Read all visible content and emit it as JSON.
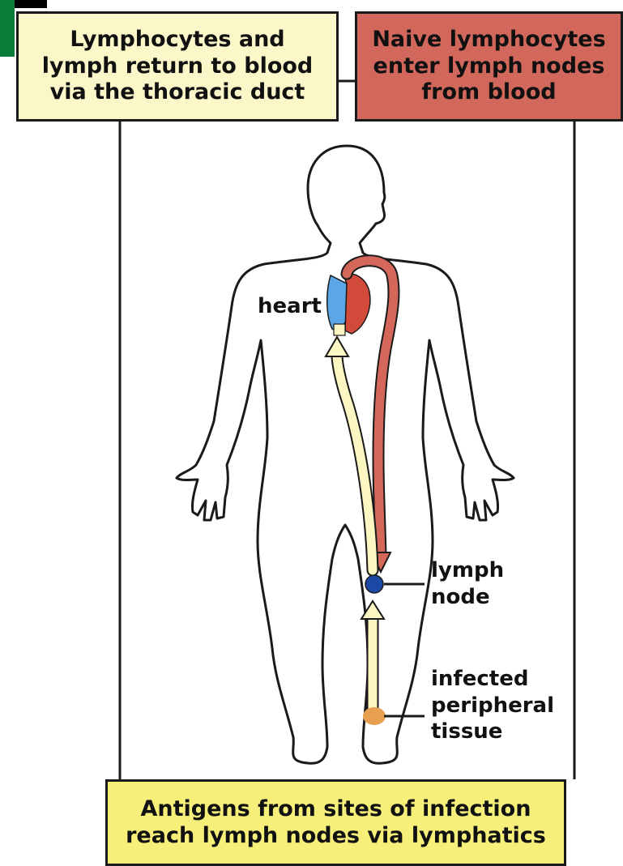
{
  "boxes": {
    "top_left": "Lymphocytes and\nlymph return to blood\nvia the thoracic duct",
    "top_right": "Naive lymphocytes\nenter lymph nodes\nfrom blood",
    "bottom": "Antigens from sites of infection\nreach lymph nodes via lymphatics"
  },
  "labels": {
    "heart": "heart",
    "lymph_node": "lymph\nnode",
    "infected_tissue": "infected\nperipheral\ntissue"
  },
  "colors": {
    "lymph_box": "#fbf7c9",
    "blood_box": "#d2685c",
    "antigen_box": "#f6f07a",
    "blood_arrow": "#d4675a",
    "lymph_arrow": "#fbf6c2",
    "lymph_node": "#1a4aa5",
    "infection": "#e8a050",
    "heart_blue": "#5aa6e6",
    "heart_red": "#d24a3a"
  }
}
